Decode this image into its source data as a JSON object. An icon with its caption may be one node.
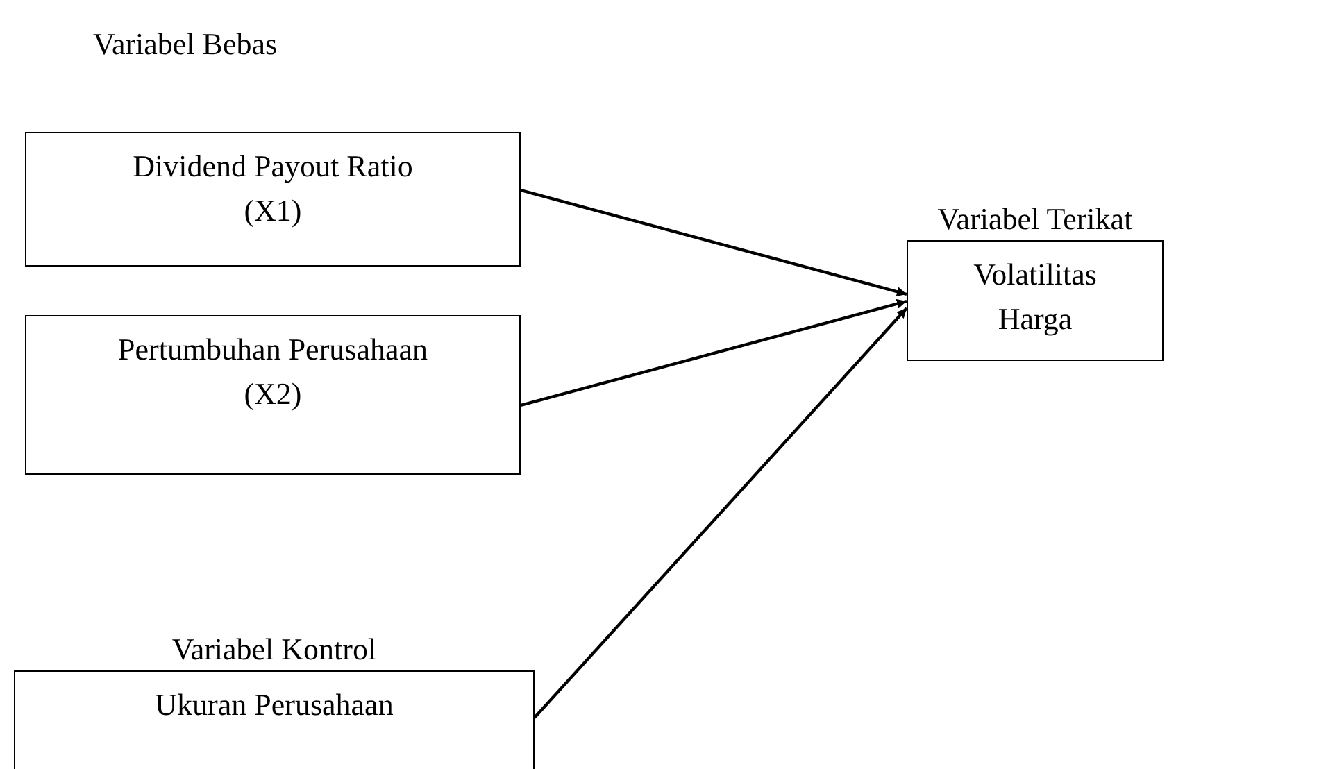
{
  "diagram": {
    "nodes": [
      {
        "text": [
          "Dividend Payout Ratio (X1)"
        ]
      },
      {
        "text": [
          "Pertumbuhan Perusahaan (X2)"
        ]
      },
      {
        "text": [
          "Variabel Kontrol",
          "Ukuran Perusahaan"
        ]
      },
      {
        "text": [
          "Variabel Terikat",
          "Volatilitas Harga"
        ]
      }
    ],
    "edges": [
      {
        "from": 0,
        "to": 3,
        "arrow": "to"
      },
      {
        "from": 1,
        "to": 3,
        "arrow": "to"
      },
      {
        "from": 2,
        "to": 3,
        "arrow": "to"
      }
    ],
    "labels": [
      "Variabel Bebas"
    ]
  }
}
